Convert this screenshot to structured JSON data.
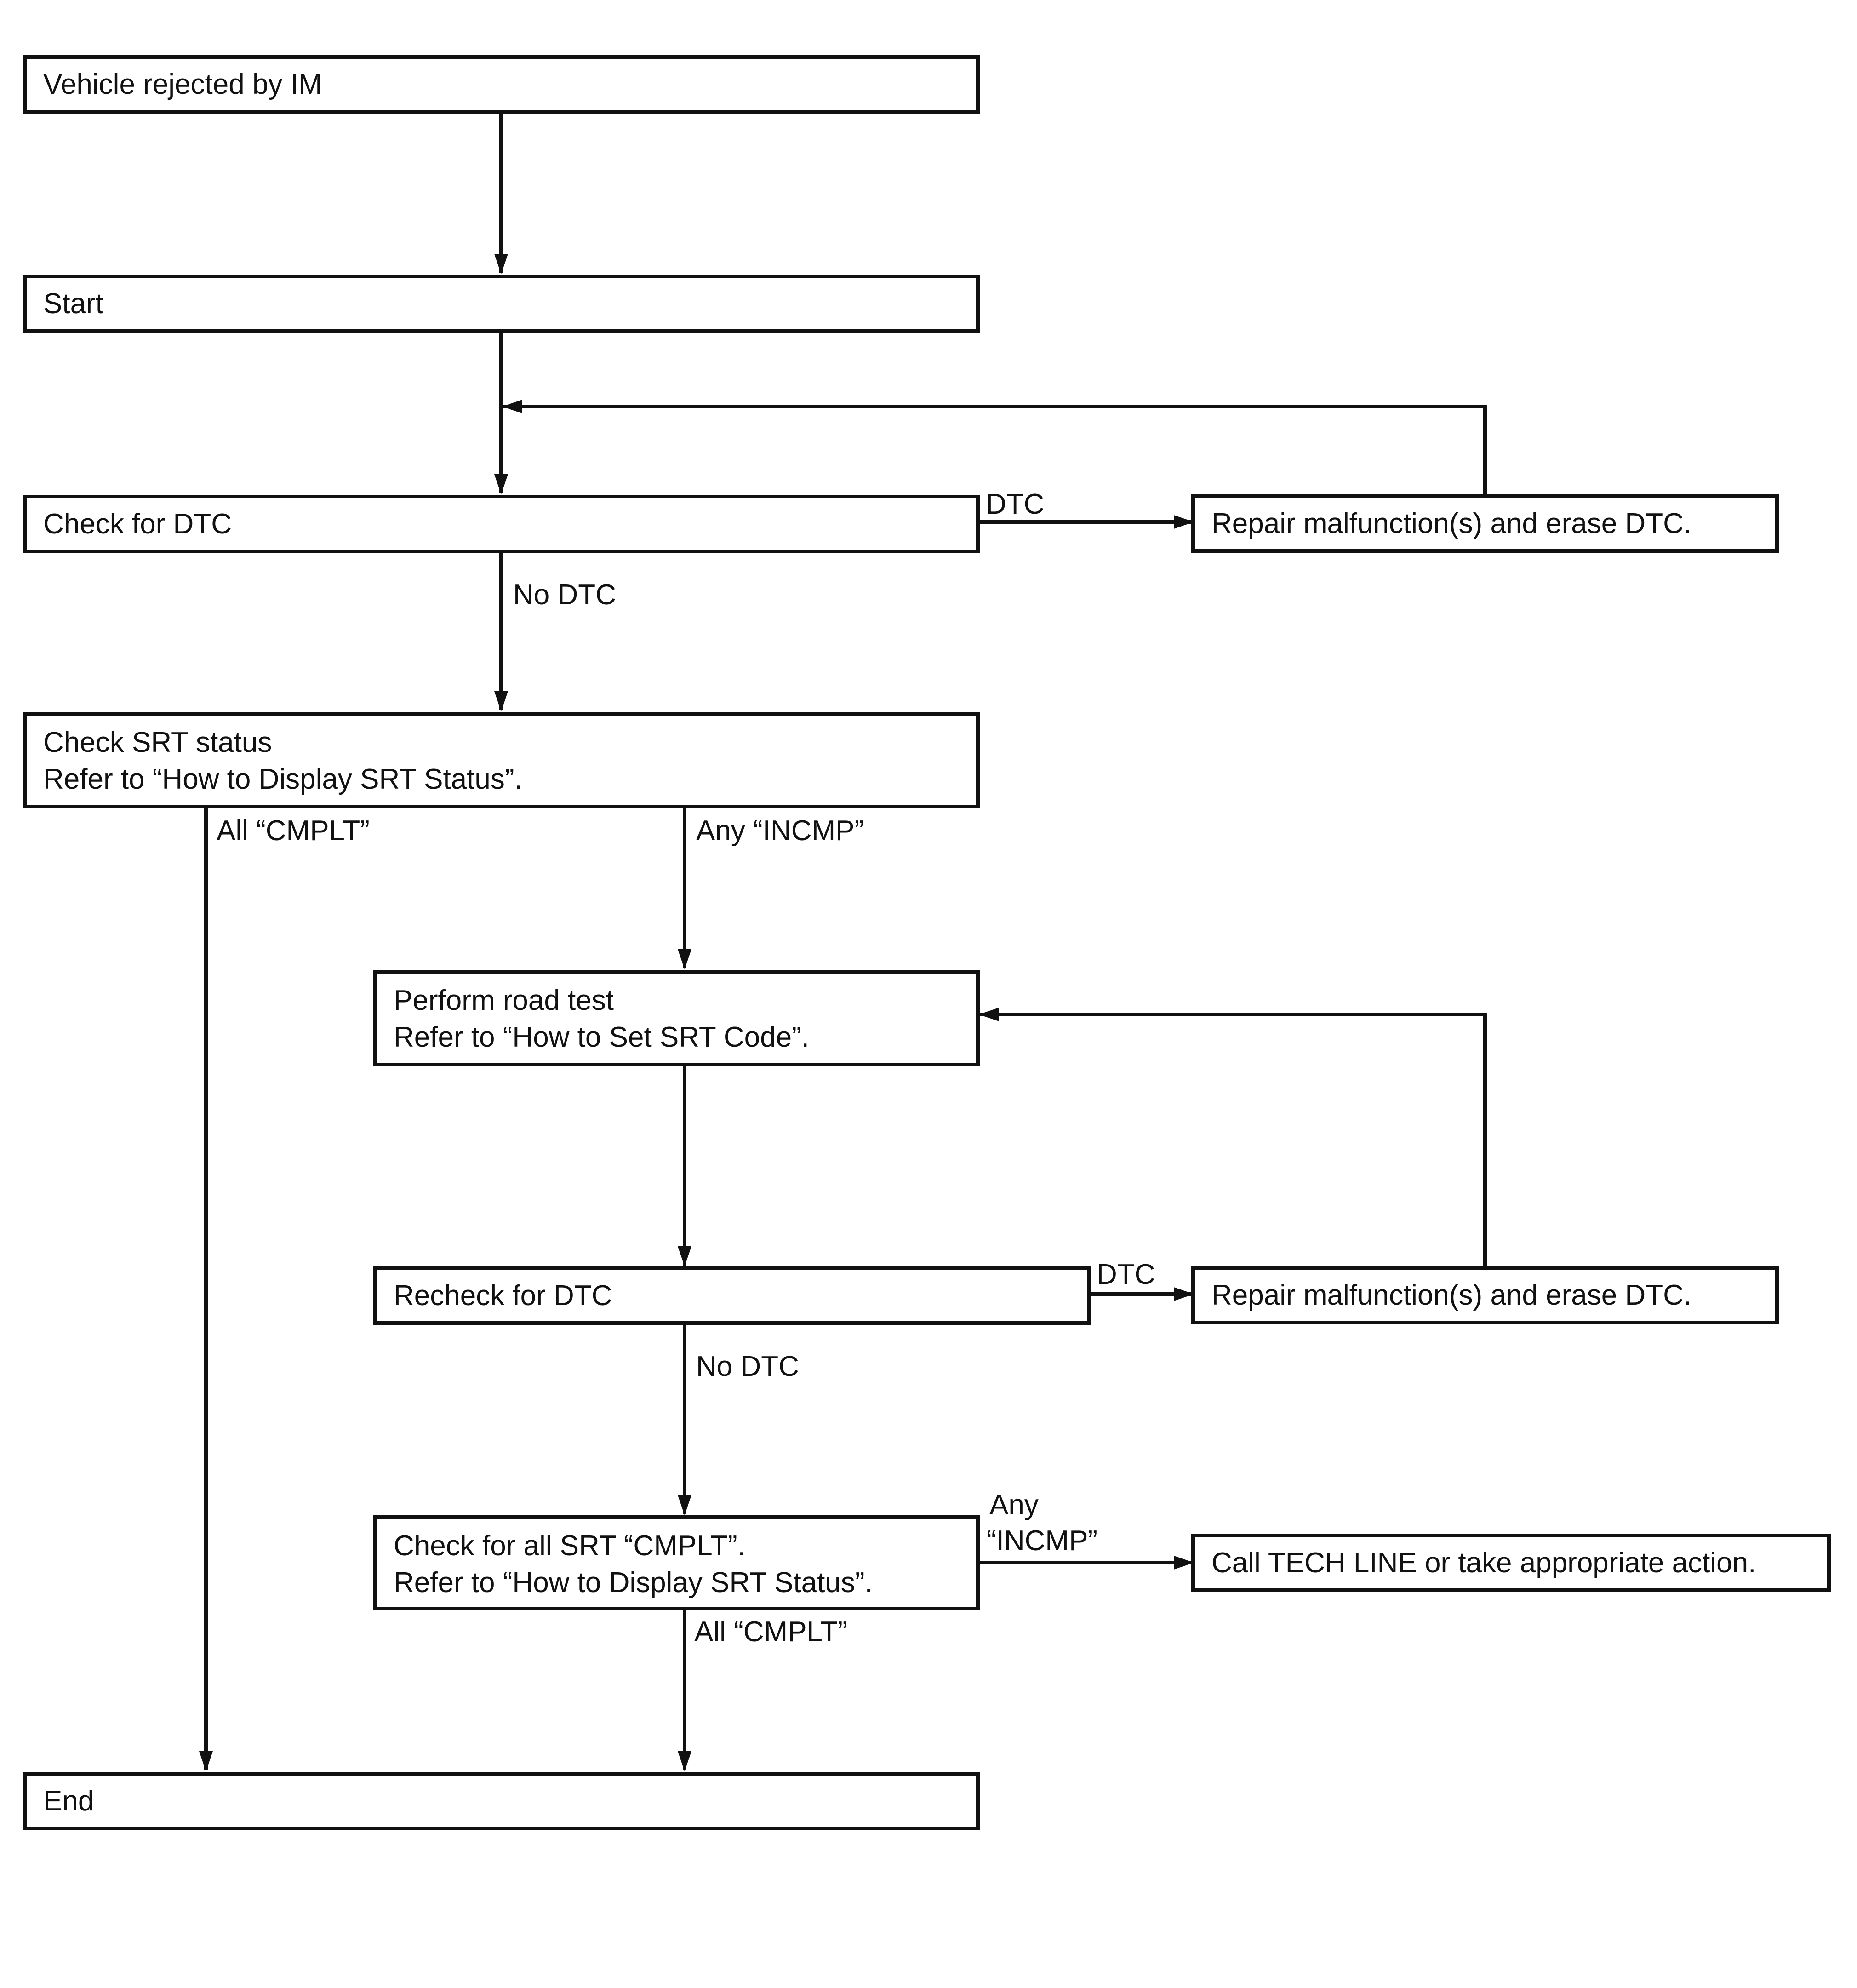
{
  "nodes": {
    "rejected": {
      "text": "Vehicle rejected by IM"
    },
    "start": {
      "text": "Start"
    },
    "check_dtc": {
      "text": "Check for DTC"
    },
    "repair_1": {
      "text": "Repair malfunction(s) and erase DTC."
    },
    "check_srt": {
      "line1": "Check SRT status",
      "line2": "Refer to “How to Display SRT Status”."
    },
    "road_test": {
      "line1": "Perform road test",
      "line2": "Refer to “How to Set SRT Code”."
    },
    "recheck_dtc": {
      "text": "Recheck for DTC"
    },
    "repair_2": {
      "text": "Repair malfunction(s) and erase DTC."
    },
    "check_all_srt": {
      "line1": "Check for all SRT “CMPLT”.",
      "line2": "Refer to “How to Display SRT Status”."
    },
    "tech_line": {
      "text": "Call TECH LINE or take appropriate action."
    },
    "end": {
      "text": "End"
    }
  },
  "edge_labels": {
    "dtc_1": "DTC",
    "no_dtc_1": "No DTC",
    "all_cmplt_1": "All “CMPLT”",
    "any_incmp_1": "Any “INCMP”",
    "dtc_2": "DTC",
    "no_dtc_2": "No DTC",
    "any_incmp_2_line1": "Any",
    "any_incmp_2_line2": "“INCMP”",
    "all_cmplt_2": "All “CMPLT”"
  }
}
